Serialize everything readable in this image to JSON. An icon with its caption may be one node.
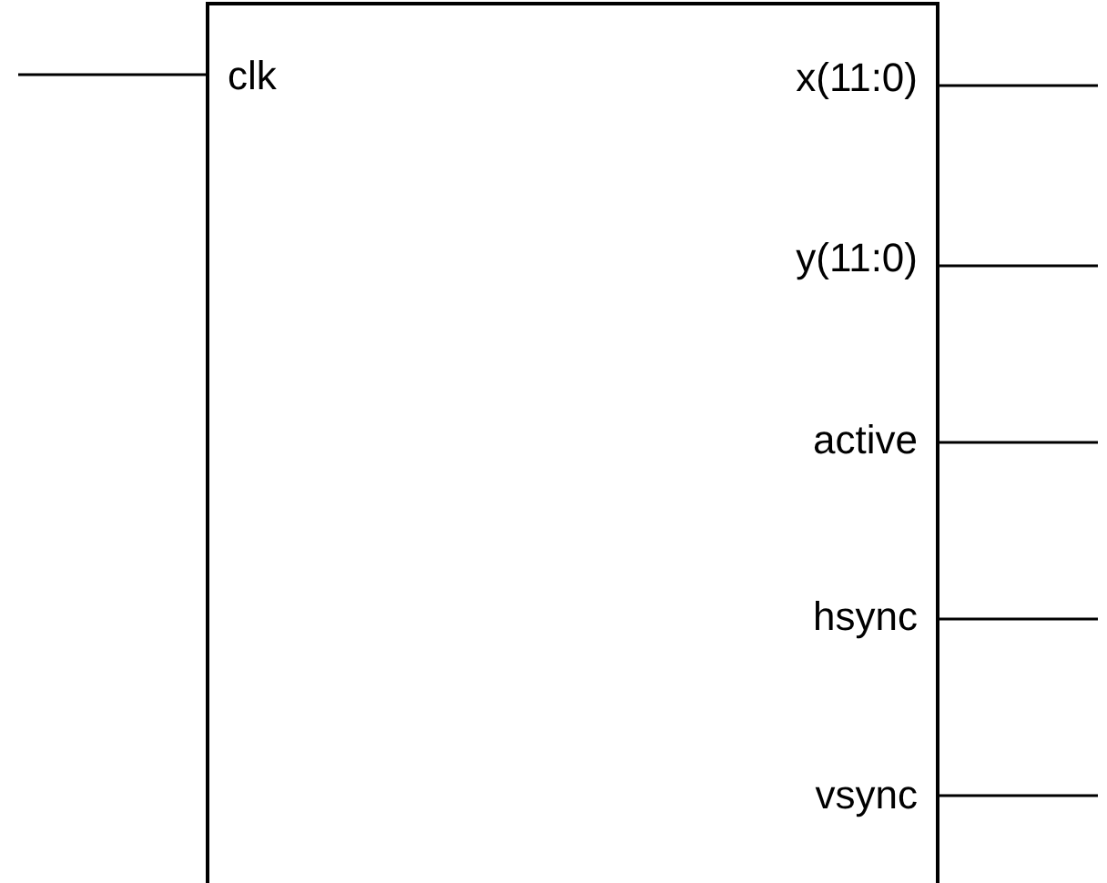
{
  "diagram": {
    "nodes": [
      {
        "text": [
          "clk",
          "x(11:0)",
          "y(11:0)",
          "active",
          "hsync",
          "vsync"
        ]
      }
    ]
  }
}
